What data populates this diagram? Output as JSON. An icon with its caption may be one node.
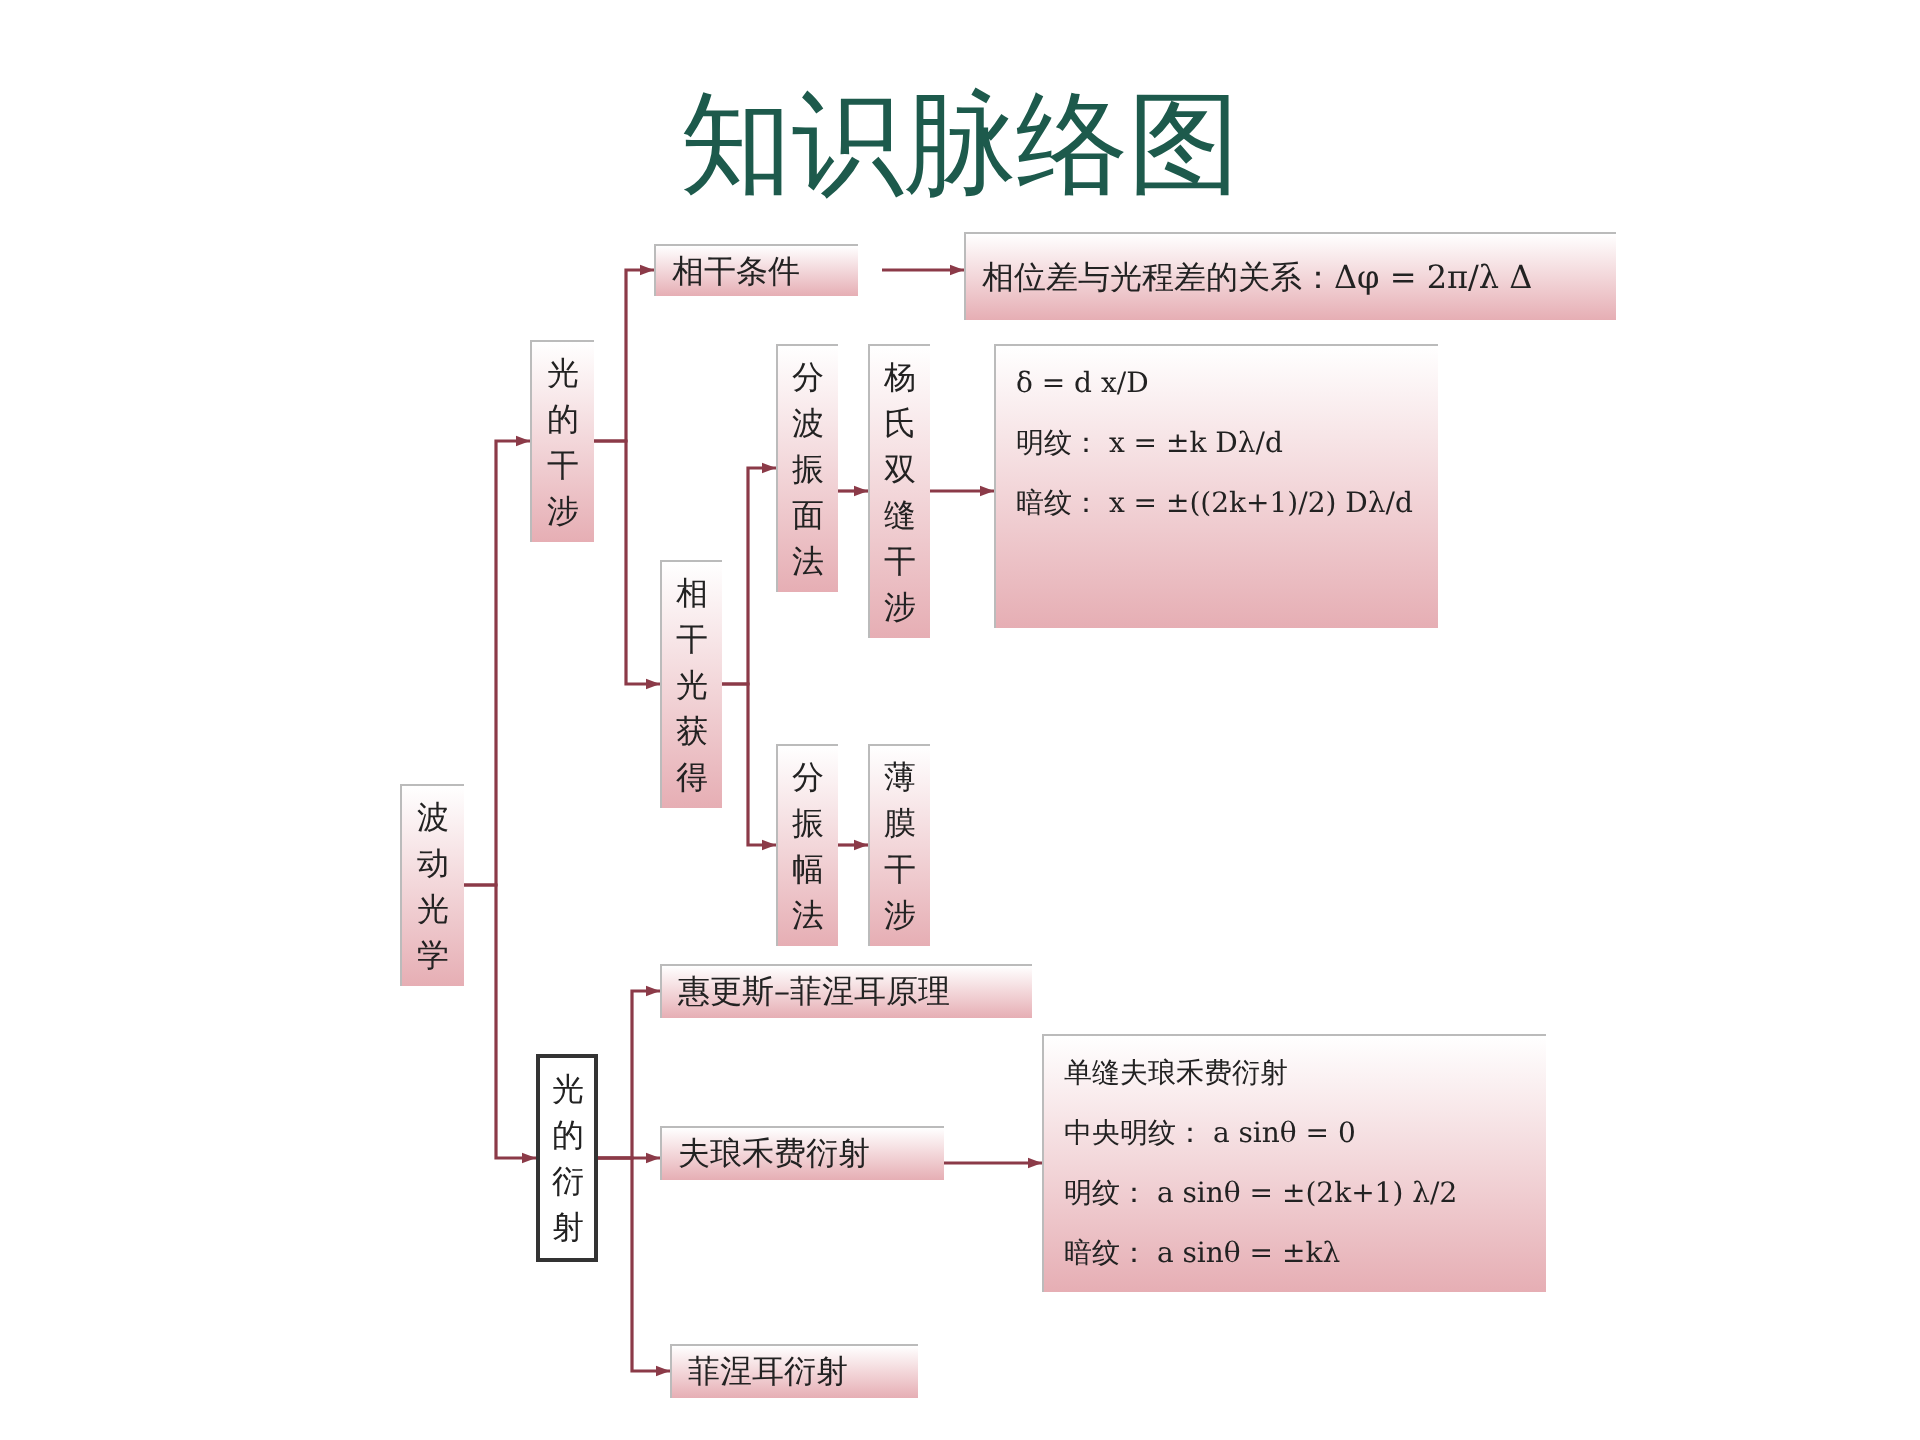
{
  "diagram": {
    "title": "知识脉络图",
    "nodes": [
      {
        "text": [
          "波动光学"
        ]
      },
      {
        "text": [
          "光的干涉"
        ]
      },
      {
        "text": [
          "相干条件"
        ]
      },
      {
        "text": [
          "相位差与光程差的关系：Δφ = 2π/λ Δ"
        ]
      },
      {
        "text": [
          "相干光获得"
        ]
      },
      {
        "text": [
          "分波振面法"
        ]
      },
      {
        "text": [
          "杨氏双缝干涉"
        ]
      },
      {
        "text": [
          "δ = d x/D",
          "明纹： x = ±k Dλ/d",
          "暗纹： x = ±((2k+1)/2) Dλ/d"
        ]
      },
      {
        "text": [
          "分振幅法"
        ]
      },
      {
        "text": [
          "薄膜干涉"
        ]
      },
      {
        "text": [
          "光的衍射"
        ]
      },
      {
        "text": [
          "惠更斯–菲涅耳原理"
        ]
      },
      {
        "text": [
          "夫琅禾费衍射"
        ]
      },
      {
        "text": [
          "单缝夫琅禾费衍射",
          "中央明纹： a sinθ = 0",
          "明纹： a sinθ = ±(2k+1) λ/2",
          "暗纹： a sinθ = ±kλ"
        ]
      },
      {
        "text": [
          "菲涅耳衍射"
        ]
      }
    ],
    "edges": [
      {
        "from": 0,
        "to": 1,
        "arrow": "to"
      },
      {
        "from": 0,
        "to": 10,
        "arrow": "to"
      },
      {
        "from": 1,
        "to": 2,
        "arrow": "to"
      },
      {
        "from": 1,
        "to": 4,
        "arrow": "to"
      },
      {
        "from": 2,
        "to": 3,
        "arrow": "to"
      },
      {
        "from": 4,
        "to": 5,
        "arrow": "to"
      },
      {
        "from": 4,
        "to": 8,
        "arrow": "to"
      },
      {
        "from": 5,
        "to": 6,
        "arrow": "to"
      },
      {
        "from": 6,
        "to": 7,
        "arrow": "to"
      },
      {
        "from": 8,
        "to": 9,
        "arrow": "to"
      },
      {
        "from": 10,
        "to": 11,
        "arrow": "to"
      },
      {
        "from": 10,
        "to": 12,
        "arrow": "to"
      },
      {
        "from": 10,
        "to": 14,
        "arrow": "to"
      },
      {
        "from": 12,
        "to": 13,
        "arrow": "to"
      }
    ]
  }
}
